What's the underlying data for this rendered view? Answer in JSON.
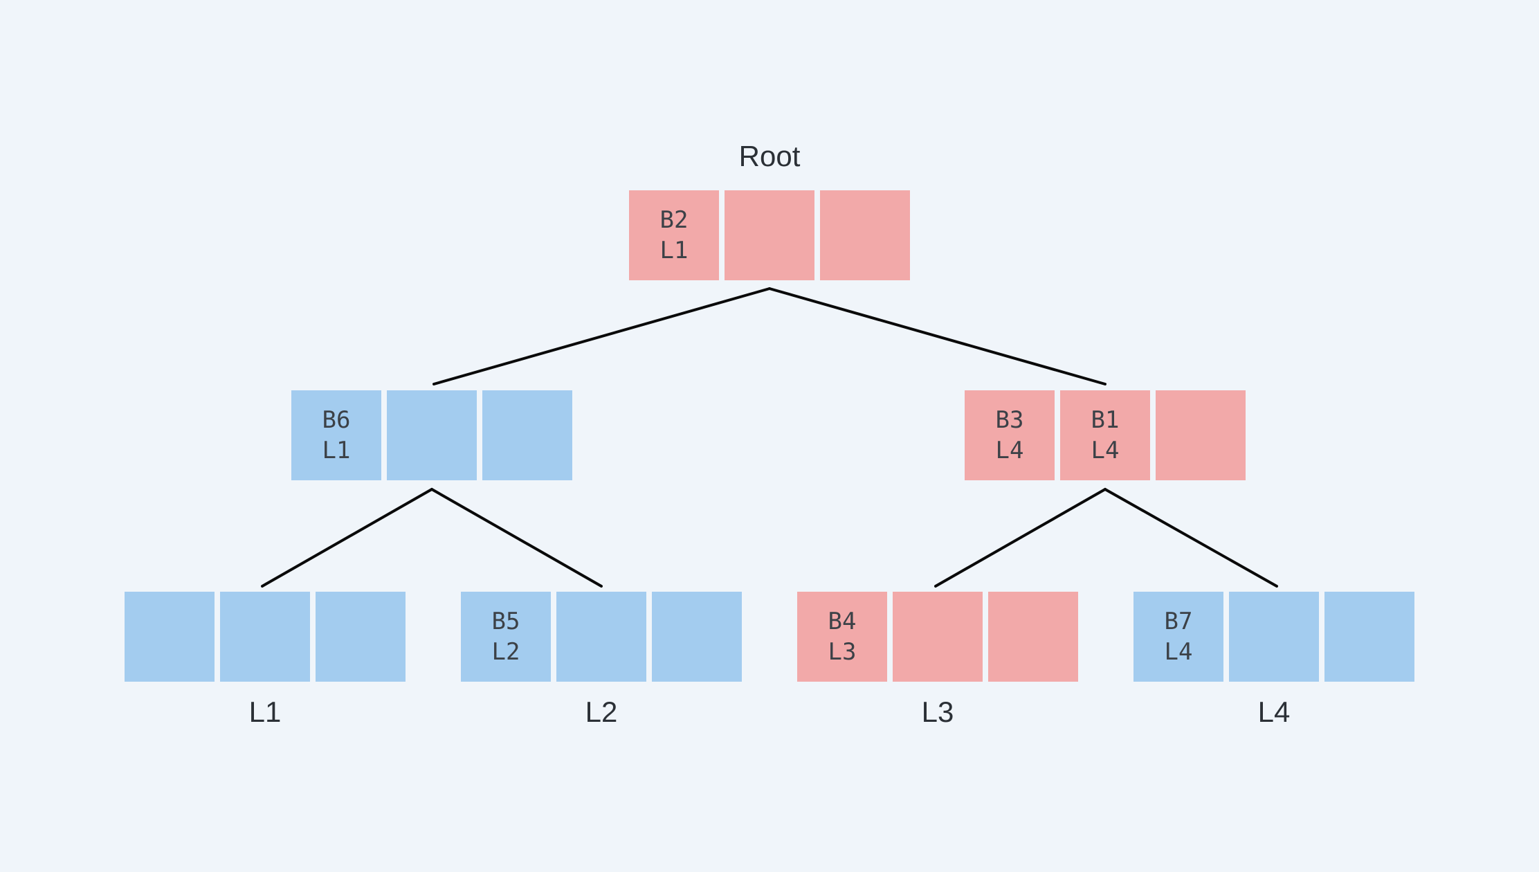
{
  "diagram": {
    "type": "b-tree",
    "description": "Three-level tree of 3-slot buckets; occupied slots show a block id and leaf id"
  },
  "colors": {
    "background": "#F0F5FA",
    "pink": "#F2A9A9",
    "blue": "#A3CCEF",
    "line": "#0A0A0A",
    "cell_text": "#3C4147",
    "label_text": "#2B3036"
  },
  "nodes": [
    {
      "id": "root",
      "label": "Root",
      "color": "pink",
      "cells": [
        "B2\nL1",
        "",
        ""
      ]
    },
    {
      "id": "internal-left",
      "label": "",
      "color": "blue",
      "cells": [
        "B6\nL1",
        "",
        ""
      ]
    },
    {
      "id": "internal-right",
      "label": "",
      "color": "pink",
      "cells": [
        "B3\nL4",
        "B1\nL4",
        ""
      ]
    },
    {
      "id": "leaf-1",
      "label": "L1",
      "color": "blue",
      "cells": [
        "",
        "",
        ""
      ]
    },
    {
      "id": "leaf-2",
      "label": "L2",
      "color": "blue",
      "cells": [
        "B5\nL2",
        "",
        ""
      ]
    },
    {
      "id": "leaf-3",
      "label": "L3",
      "color": "pink",
      "cells": [
        "B4\nL3",
        "",
        ""
      ]
    },
    {
      "id": "leaf-4",
      "label": "L4",
      "color": "blue",
      "cells": [
        "B7\nL4",
        "",
        ""
      ]
    }
  ],
  "edges": [
    {
      "from": "root",
      "to": "internal-left"
    },
    {
      "from": "root",
      "to": "internal-right"
    },
    {
      "from": "internal-left",
      "to": "leaf-1"
    },
    {
      "from": "internal-left",
      "to": "leaf-2"
    },
    {
      "from": "internal-right",
      "to": "leaf-3"
    },
    {
      "from": "internal-right",
      "to": "leaf-4"
    }
  ]
}
